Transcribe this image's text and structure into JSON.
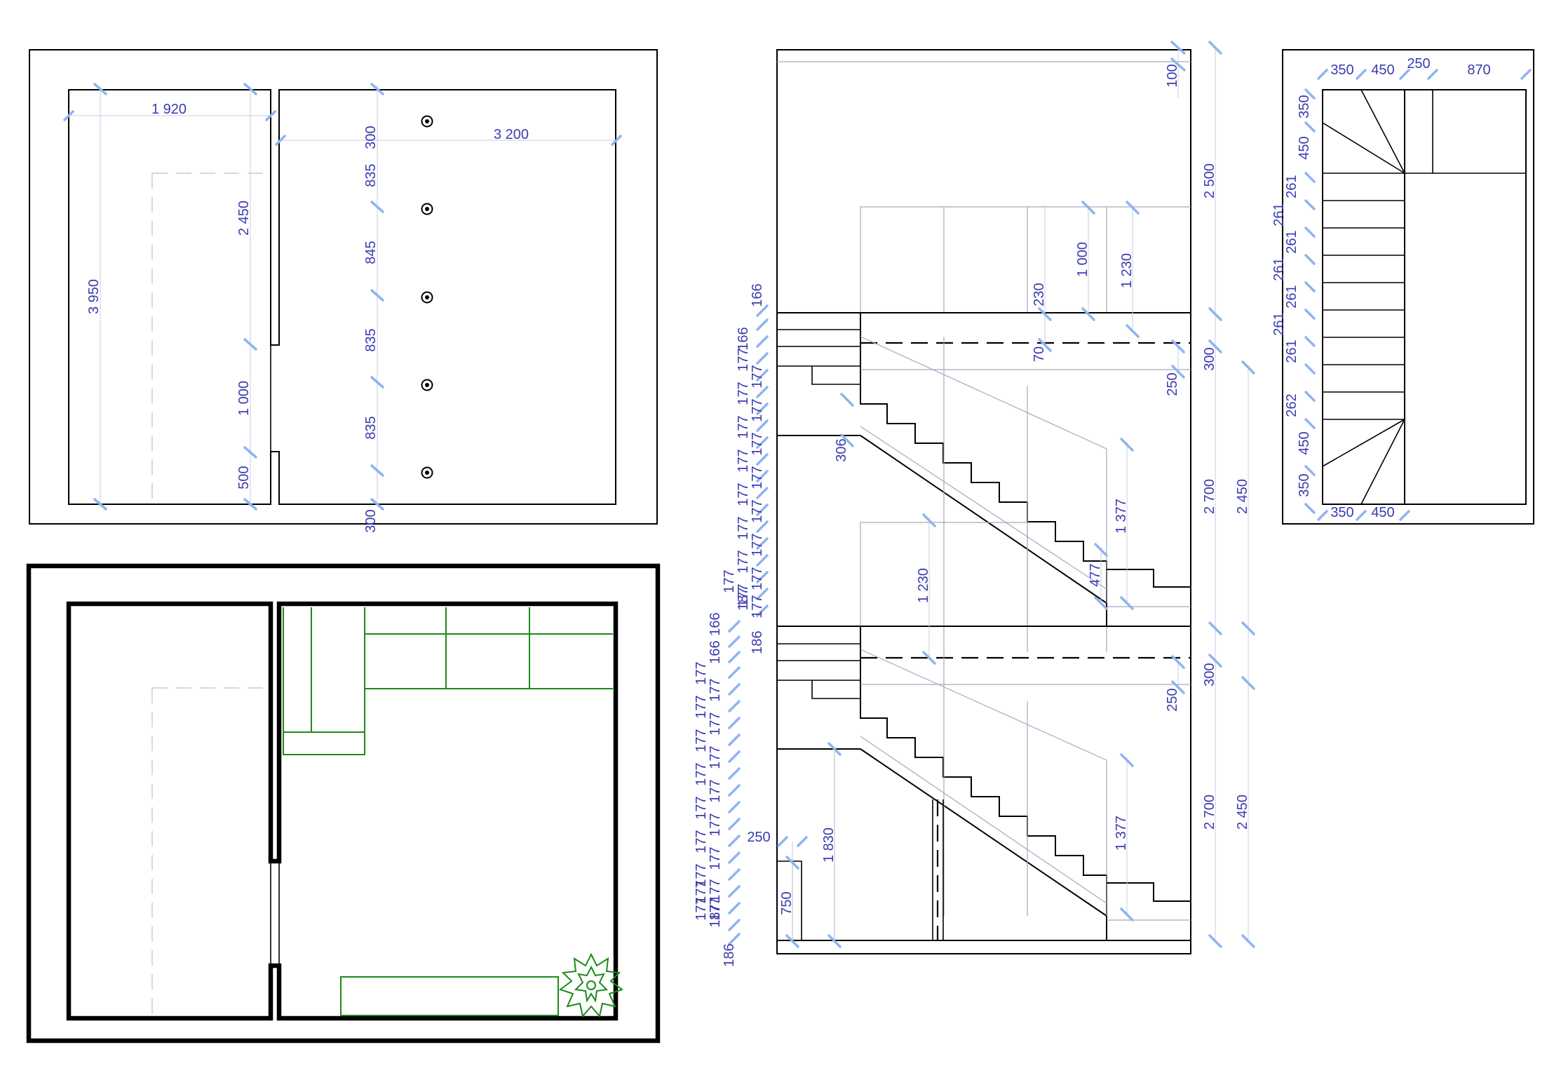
{
  "top_plan": {
    "dims": {
      "d1920": "1 920",
      "d3200": "3 200",
      "d3950": "3 950",
      "d2450": "2 450",
      "d1000": "1 000",
      "d500": "500",
      "d300a": "300",
      "d835a": "835",
      "d845": "845",
      "d835b": "835",
      "d835c": "835",
      "d300b": "300"
    }
  },
  "section": {
    "dims": {
      "d100": "100",
      "d2500": "2 500",
      "d1000": "1 000",
      "d1230a": "1 230",
      "d230": "230",
      "d70": "70",
      "d300a": "300",
      "d250a": "250",
      "d2700a": "2 700",
      "d2450a": "2 450",
      "d1377a": "1 377",
      "d477": "477",
      "d306": "306",
      "d1230b": "1 230",
      "d300b": "300",
      "d250b": "250",
      "d2700b": "2 700",
      "d2450b": "2 450",
      "d1377b": "1 377",
      "d1830": "1 830",
      "d250c": "250",
      "d750": "750"
    },
    "risers_upper": [
      "166",
      "166",
      "177",
      "177",
      "177",
      "177",
      "177",
      "177",
      "177",
      "177",
      "177",
      "177",
      "177",
      "177",
      "177",
      "177",
      "177",
      "177",
      "177",
      "187"
    ],
    "risers_lower": [
      "186",
      "166",
      "166",
      "177",
      "177",
      "177",
      "177",
      "177",
      "177",
      "177",
      "177",
      "177",
      "177",
      "177",
      "177",
      "177",
      "177",
      "177",
      "177",
      "177",
      "187",
      "186"
    ]
  },
  "stair_plan": {
    "top_dims": [
      "350",
      "450",
      "250",
      "870"
    ],
    "left_dims": [
      "350",
      "450",
      "261",
      "261",
      "261",
      "261",
      "261",
      "261",
      "261",
      "262",
      "450",
      "350"
    ],
    "bottom_dims": [
      "350",
      "450"
    ]
  }
}
